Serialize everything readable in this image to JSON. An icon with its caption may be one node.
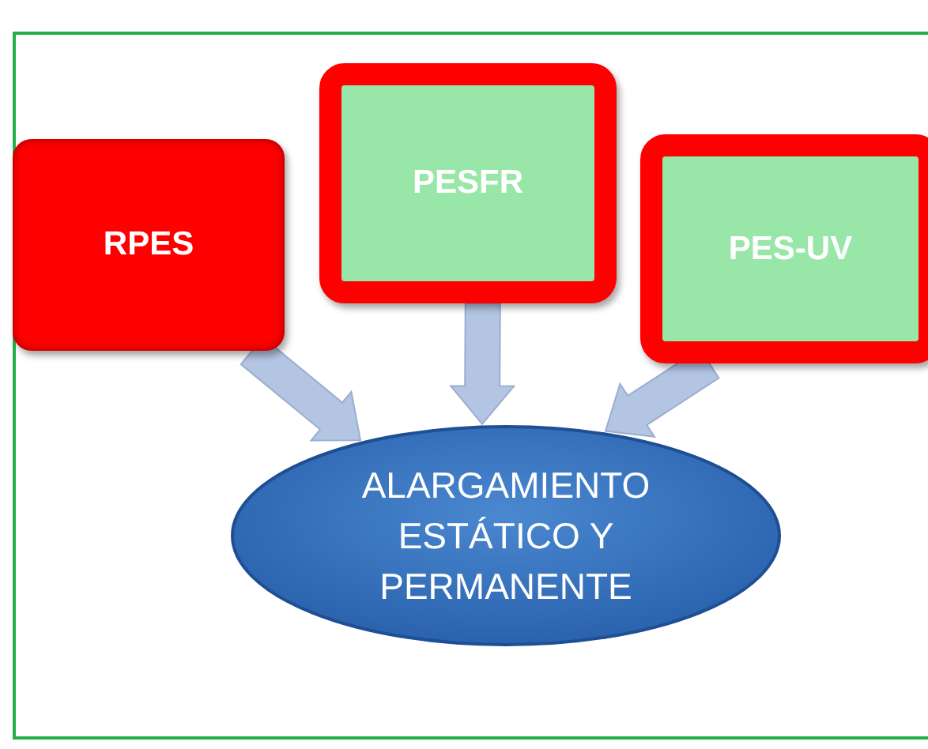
{
  "diagram": {
    "nodes": [
      {
        "text": [
          "RPES"
        ]
      },
      {
        "text": [
          "PESFR"
        ]
      },
      {
        "text": [
          "PES-UV"
        ]
      },
      {
        "text": [
          "ALARGAMIENTO ESTÁTICO Y PERMANENTE"
        ]
      }
    ],
    "edges": [
      {
        "from": 0,
        "to": 3,
        "arrow": "to",
        "style": "thick"
      },
      {
        "from": 1,
        "to": 3,
        "arrow": "to",
        "style": "thick"
      },
      {
        "from": 2,
        "to": 3,
        "arrow": "to",
        "style": "thick"
      }
    ]
  }
}
